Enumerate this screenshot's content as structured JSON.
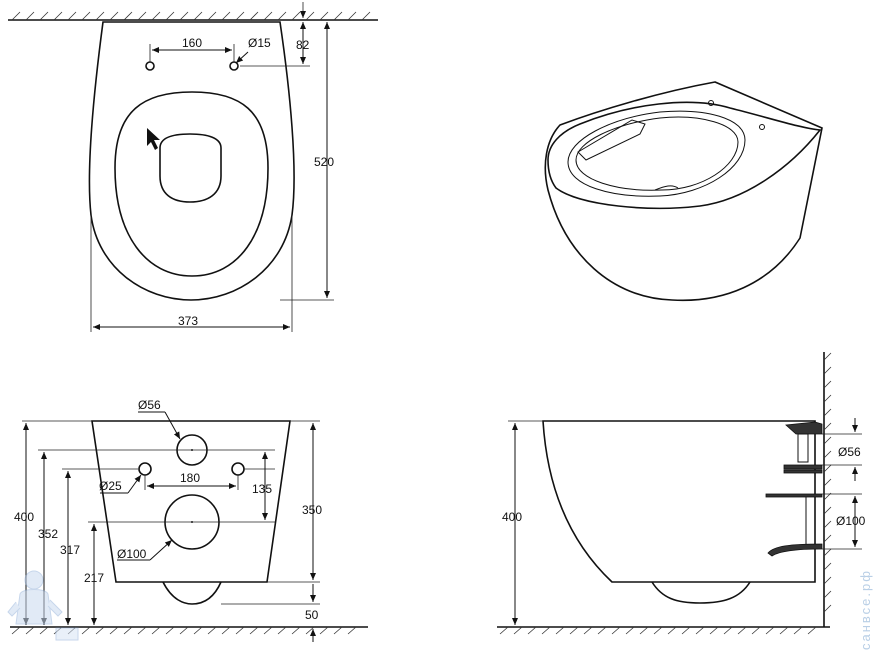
{
  "top_view": {
    "dim_width": "373",
    "dim_length": "520",
    "dim_holes_spacing": "160",
    "dim_hole_diameter": "Ø15",
    "dim_hole_offset": "82"
  },
  "front_view": {
    "dim_total_height": "400",
    "dim_height_352": "352",
    "dim_height_317": "317",
    "dim_height_217": "217",
    "dim_height_350": "350",
    "dim_height_50": "50",
    "dim_stud_spacing": "180",
    "dim_vertical_spacing": "135",
    "dim_stud_diameter": "Ø25",
    "dim_inlet_diameter": "Ø56",
    "dim_outlet_diameter": "Ø100"
  },
  "side_view": {
    "dim_total_height": "400",
    "dim_inlet_diameter": "Ø56",
    "dim_outlet_diameter": "Ø100"
  },
  "watermark": {
    "text": "санвсе.рф",
    "color": "#b9cfe6"
  },
  "icons": {
    "cursor": "mouse-pointer-icon",
    "mascot": "plumber-mascot-icon"
  }
}
